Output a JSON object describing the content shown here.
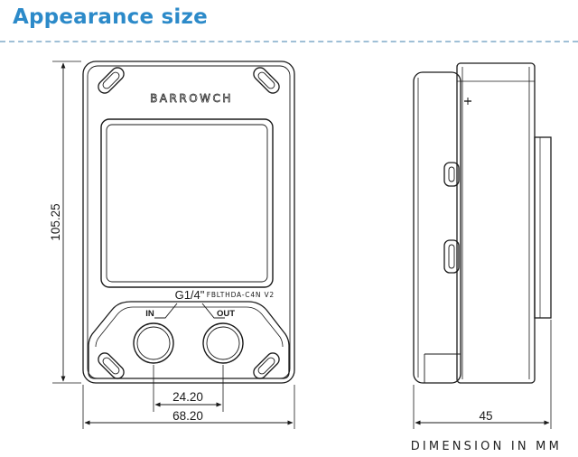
{
  "header": {
    "title": "Appearance size"
  },
  "front_view": {
    "brand_text": "BARROWCH",
    "model_text": "FBLTHDA-C4N V2",
    "port_thread": "G1/4\"",
    "in_label": "IN",
    "out_label": "OUT",
    "dim_height": "105.25",
    "dim_port_spacing": "24.20",
    "dim_width": "68.20"
  },
  "side_view": {
    "dim_depth": "45"
  },
  "footer": {
    "units_note": "DIMENSION IN MM"
  },
  "colors": {
    "title": "#2c8ac9",
    "line": "#1a1a1a"
  }
}
